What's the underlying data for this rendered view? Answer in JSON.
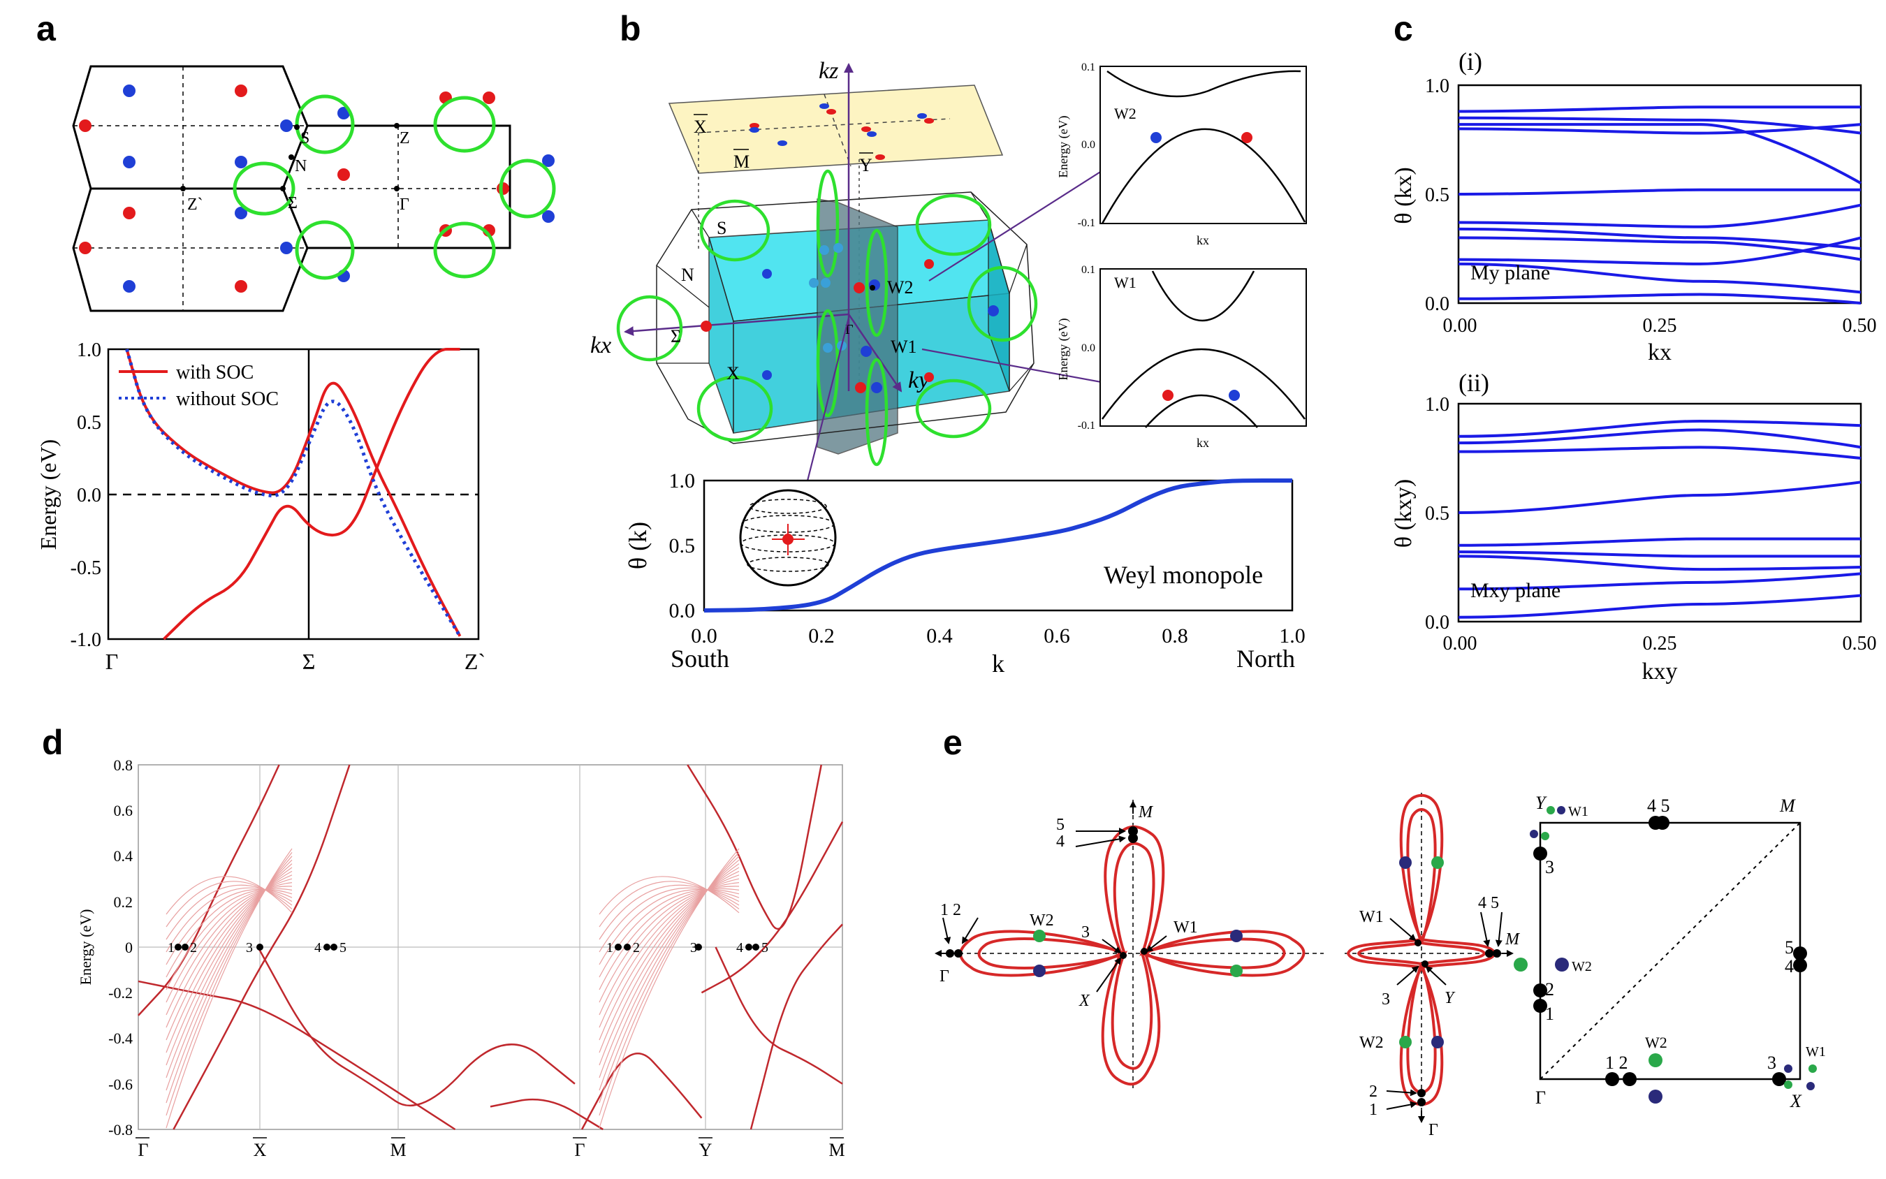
{
  "panels": {
    "a": {
      "label": "a",
      "bz_labels": {
        "S": "S",
        "N": "N",
        "Sigma": "Σ",
        "Z": "Z",
        "Zp": "Z`",
        "Gamma": "Γ"
      },
      "legend": {
        "soc": "with SOC",
        "nosoc": "without SOC"
      },
      "chart_data": {
        "type": "line",
        "ylabel": "Energy (eV)",
        "ylim": [
          -1.0,
          1.0
        ],
        "yticks": [
          "1.0",
          "0.5",
          "0.0",
          "-0.5",
          "-1.0"
        ],
        "xticks": [
          "Γ",
          "Σ",
          "Z`"
        ],
        "series": [
          {
            "name": "with SOC",
            "color": "#e31a1c",
            "x": [
              0.05,
              0.1,
              0.2,
              0.3,
              0.4,
              0.48,
              0.55,
              0.6,
              0.66,
              0.72,
              0.78,
              0.86,
              0.95
            ],
            "y": [
              1.0,
              0.55,
              0.3,
              0.15,
              0.02,
              0.0,
              0.45,
              0.84,
              0.6,
              0.2,
              -0.1,
              -0.55,
              -0.98
            ]
          },
          {
            "name": "with SOC",
            "color": "#e31a1c",
            "x": [
              0.15,
              0.25,
              0.35,
              0.42,
              0.48,
              0.55,
              0.62,
              0.67,
              0.72,
              0.8,
              0.88,
              0.95
            ],
            "y": [
              -1.0,
              -0.75,
              -0.62,
              -0.3,
              -0.02,
              -0.25,
              -0.3,
              -0.18,
              0.15,
              0.65,
              1.0,
              1.0
            ]
          },
          {
            "name": "without SOC",
            "color": "#1f3fd6",
            "x": [
              0.05,
              0.1,
              0.2,
              0.3,
              0.4,
              0.48,
              0.55,
              0.6,
              0.66,
              0.72,
              0.78,
              0.86,
              0.95
            ],
            "y": [
              1.0,
              0.55,
              0.28,
              0.13,
              0.0,
              -0.02,
              0.4,
              0.7,
              0.5,
              0.05,
              -0.25,
              -0.6,
              -0.98
            ]
          }
        ]
      }
    },
    "b": {
      "label": "b",
      "axis_labels": {
        "kz": "kz",
        "kx": "kx",
        "ky": "ky"
      },
      "bz_labels": {
        "Xbar": "X",
        "Mbar": "M",
        "Ybar": "Y",
        "S": "S",
        "N": "N",
        "Sigma": "Σ",
        "X": "X",
        "Gamma": "Γ",
        "W1": "W1",
        "W2": "W2"
      },
      "inset_w2": {
        "title": "W2",
        "ylabel": "Energy (eV)",
        "xlabel": "kx",
        "yticks": [
          "0.1",
          "0.0",
          "-0.1"
        ]
      },
      "inset_w1": {
        "title": "W1",
        "ylabel": "Energy (eV)",
        "xlabel": "kx",
        "yticks": [
          "0.1",
          "0.0",
          "-0.1"
        ]
      },
      "chart_data": {
        "type": "line",
        "ylabel": "θ (k)",
        "xlabel": "k",
        "xlim": [
          0.0,
          1.0
        ],
        "ylim": [
          0.0,
          1.0
        ],
        "xticks": [
          "0.0",
          "0.2",
          "0.4",
          "0.6",
          "0.8",
          "1.0"
        ],
        "yticks": [
          "1.0",
          "0.5",
          "0.0"
        ],
        "x": [
          0.0,
          0.1,
          0.2,
          0.25,
          0.3,
          0.35,
          0.4,
          0.5,
          0.6,
          0.65,
          0.7,
          0.75,
          0.8,
          0.85,
          0.9,
          1.0
        ],
        "y": [
          0.0,
          0.005,
          0.05,
          0.18,
          0.32,
          0.42,
          0.47,
          0.53,
          0.6,
          0.66,
          0.74,
          0.86,
          0.95,
          0.98,
          1.0,
          1.0
        ],
        "annotation": "Weyl monopole",
        "south": "South",
        "north": "North"
      }
    },
    "c": {
      "label": "c",
      "sub1": "(i)",
      "sub2": "(ii)",
      "plane1": "My plane",
      "plane2": "Mxy plane",
      "chart_data": [
        {
          "type": "line",
          "ylabel": "θ (kx)",
          "xlabel": "kx",
          "xlim": [
            0.0,
            0.5
          ],
          "ylim": [
            0.0,
            1.0
          ],
          "xticks": [
            "0.00",
            "0.25",
            "0.50"
          ],
          "yticks": [
            "1.0",
            "0.5",
            "0.0"
          ]
        },
        {
          "type": "line",
          "ylabel": "θ (kxy)",
          "xlabel": "kxy",
          "xlim": [
            0.0,
            0.5
          ],
          "ylim": [
            0.0,
            1.0
          ],
          "xticks": [
            "0.00",
            "0.25",
            "0.50"
          ],
          "yticks": [
            "1.0",
            "0.5",
            "0.0"
          ]
        }
      ]
    },
    "d": {
      "label": "d",
      "chart_data": {
        "type": "line",
        "ylabel": "Energy (eV)",
        "ylim": [
          -0.8,
          0.8
        ],
        "yticks": [
          "0.8",
          "0.6",
          "0.4",
          "0.2",
          "0",
          "-0.2",
          "-0.4",
          "-0.6",
          "-0.8"
        ],
        "xticks": [
          "Γ",
          "X",
          "M",
          "Γ",
          "Y",
          "M"
        ],
        "point_labels": [
          "1",
          "2",
          "3",
          "4",
          "5",
          "1",
          "2",
          "3",
          "4",
          "5"
        ]
      }
    },
    "e": {
      "label": "e",
      "left_labels": {
        "n12": "1  2",
        "n54": "5\n4",
        "W2": "W2",
        "W1": "W1",
        "n3": "3",
        "M": "M",
        "Gamma": "Γ",
        "X": "X"
      },
      "mid_labels": {
        "W1": "W1",
        "W2": "W2",
        "n45": "4  5",
        "M": "M",
        "n3": "3",
        "Y": "Y",
        "n2": "2",
        "n1": "1",
        "Gamma": "Γ"
      },
      "right_labels": {
        "Y": "Y",
        "W1a": "W1",
        "n45": "4  5",
        "M": "M",
        "n3": "3",
        "W2a": "W2",
        "n2": "2",
        "n1": "1",
        "W2b": "W2",
        "n5": "5",
        "n4": "4",
        "n12": "1  2",
        "n3b": "3",
        "W1b": "W1",
        "X": "X",
        "Gamma": "Γ"
      }
    }
  }
}
